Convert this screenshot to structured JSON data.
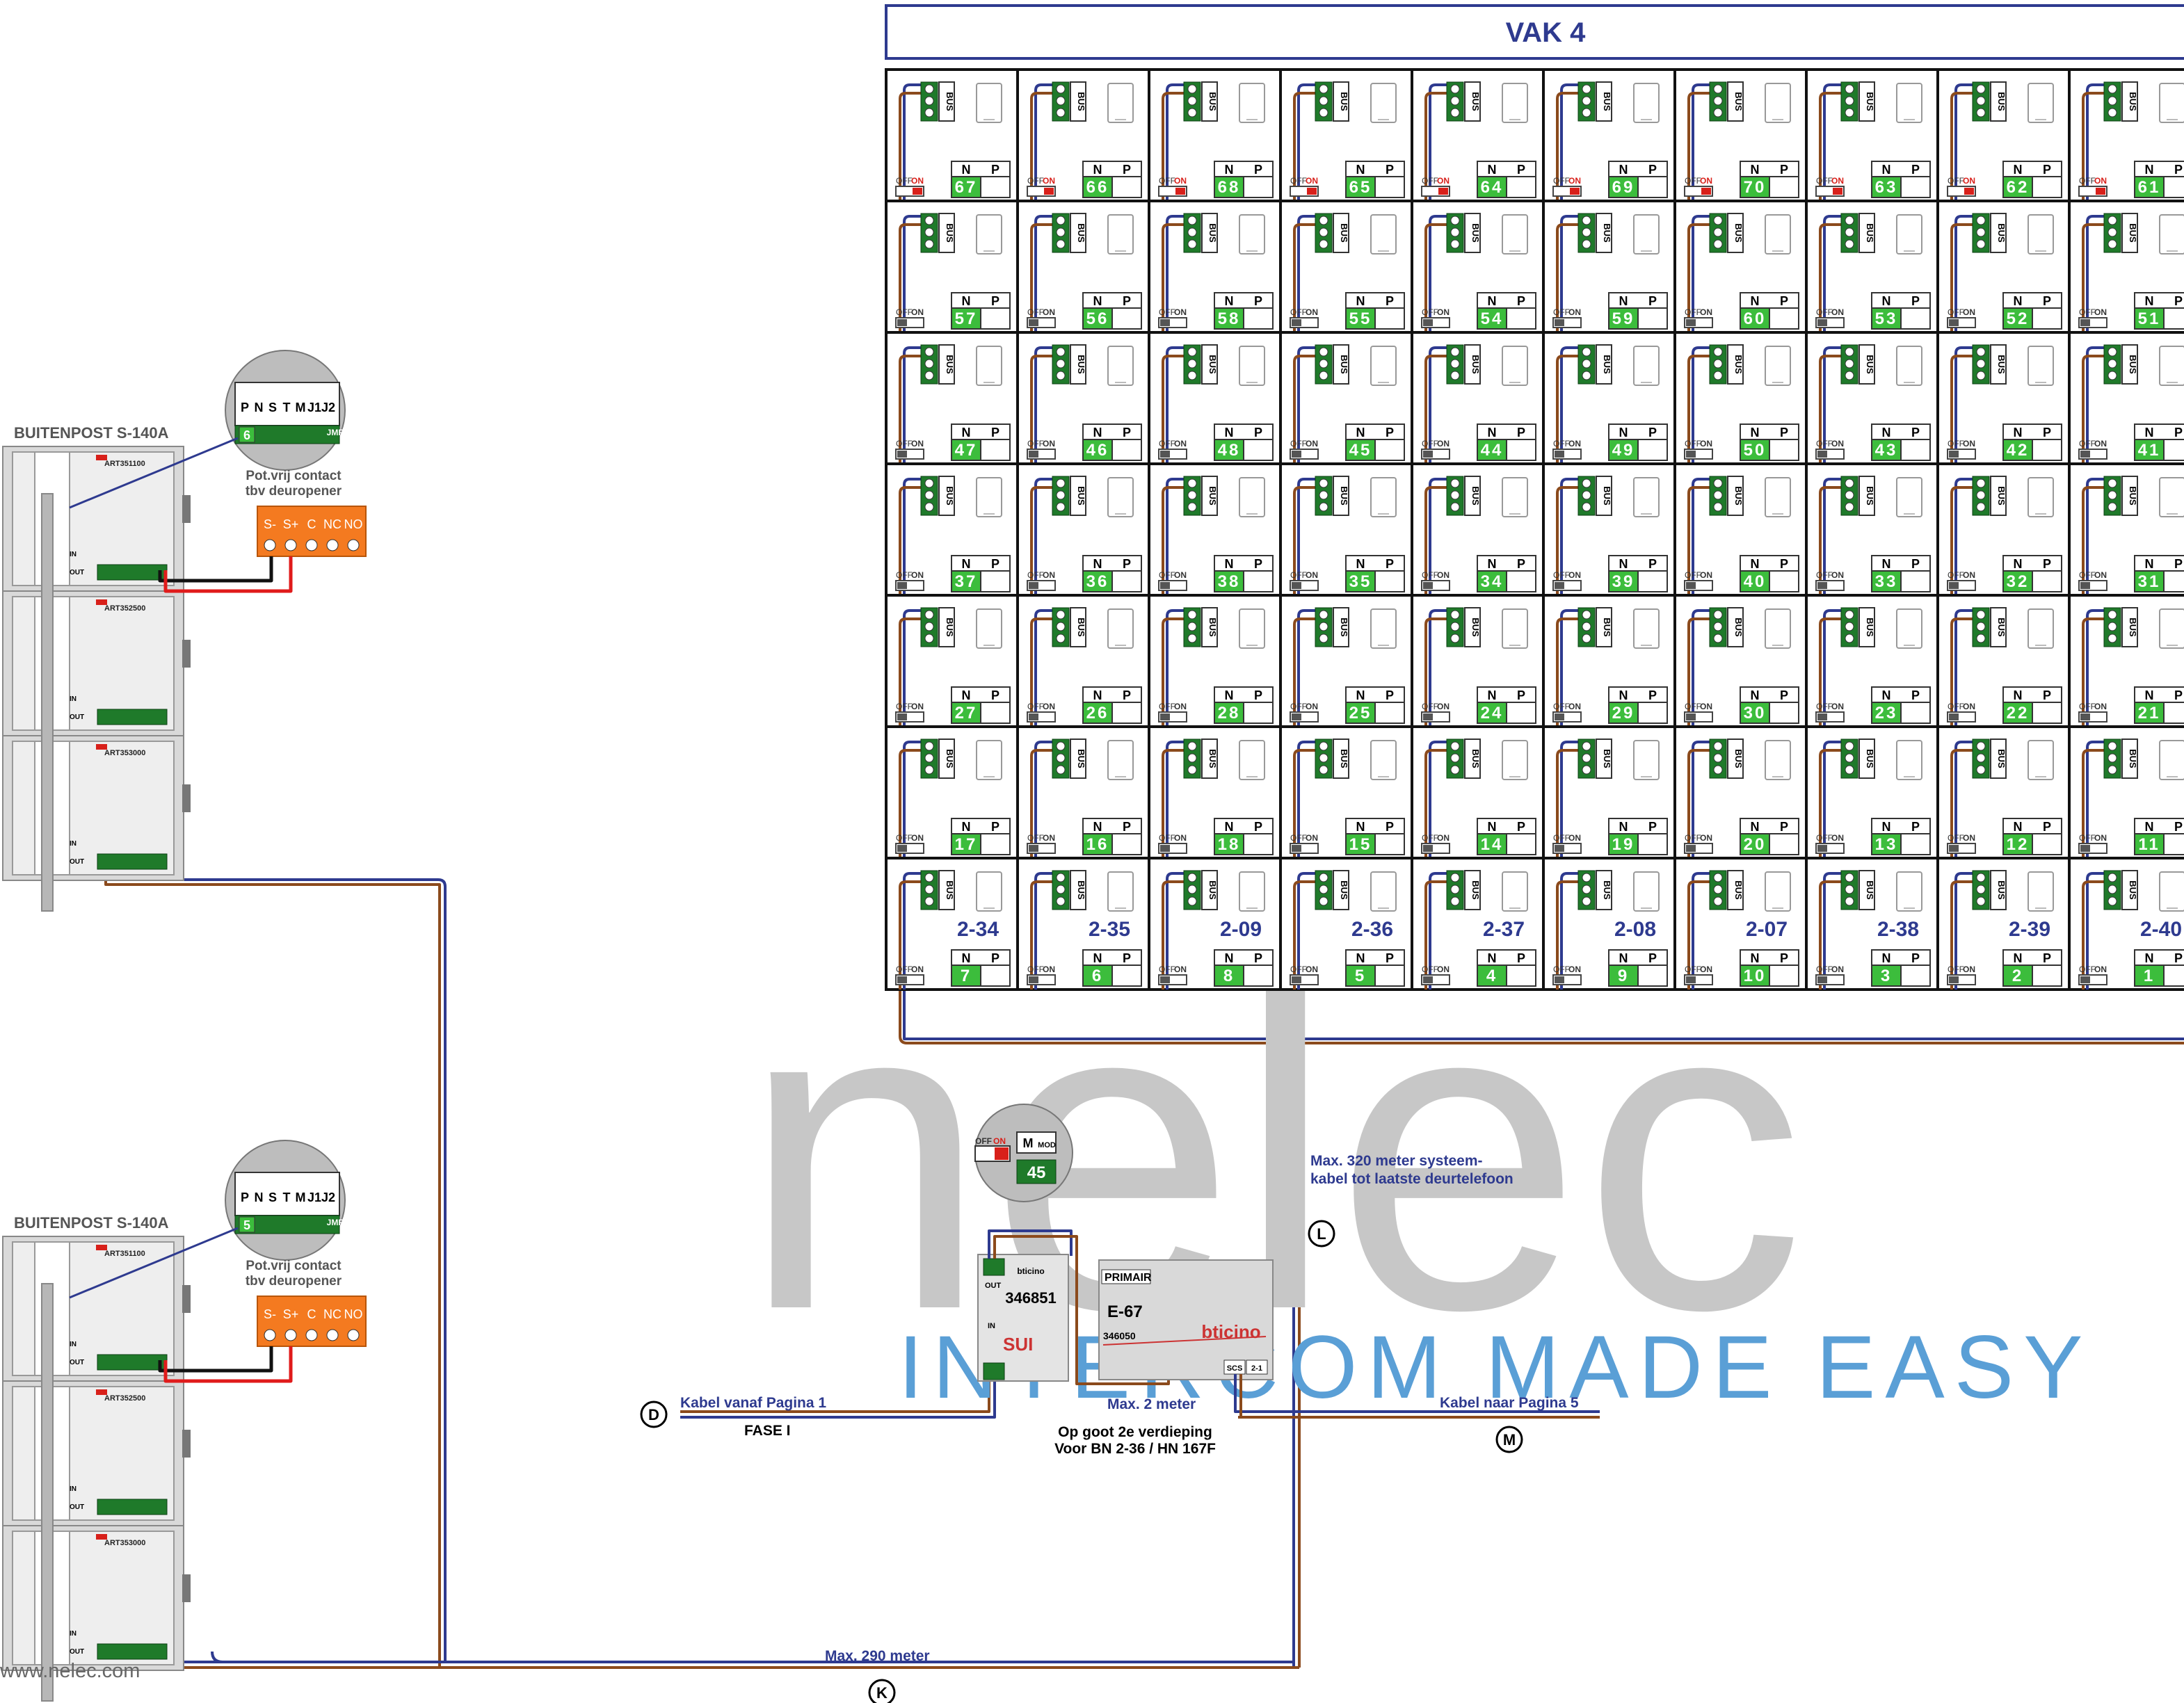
{
  "header": {
    "title": "VAK 4"
  },
  "watermark": {
    "logo": "nelec",
    "tagline": "INTERCOM MADE EASY"
  },
  "footer": {
    "website": "www.nelec.com"
  },
  "panel_labels": {
    "bus": "BUS",
    "switch_off": "OFF",
    "switch_on": "ON",
    "n": "N",
    "p": "P"
  },
  "grid": {
    "rows": [
      [
        "67",
        "66",
        "68",
        "65",
        "64",
        "69",
        "70",
        "63",
        "62",
        "61"
      ],
      [
        "57",
        "56",
        "58",
        "55",
        "54",
        "59",
        "60",
        "53",
        "52",
        "51"
      ],
      [
        "47",
        "46",
        "48",
        "45",
        "44",
        "49",
        "50",
        "43",
        "42",
        "41"
      ],
      [
        "37",
        "36",
        "38",
        "35",
        "34",
        "39",
        "40",
        "33",
        "32",
        "31"
      ],
      [
        "27",
        "26",
        "28",
        "25",
        "24",
        "29",
        "30",
        "23",
        "22",
        "21"
      ],
      [
        "17",
        "16",
        "18",
        "15",
        "14",
        "19",
        "20",
        "13",
        "12",
        "11"
      ],
      [
        "7",
        "6",
        "8",
        "5",
        "4",
        "9",
        "10",
        "3",
        "2",
        "1"
      ]
    ],
    "bottom_room_labels": [
      "2-34",
      "2-35",
      "2-09",
      "2-36",
      "2-37",
      "2-08",
      "2-07",
      "2-38",
      "2-39",
      "2-40"
    ]
  },
  "outdoor_stations": [
    {
      "title": "BUITENPOST S-140A",
      "address": "6",
      "modules": [
        "ART351100",
        "ART352500",
        "ART353000"
      ],
      "contact_title_1": "Pot.vrij contact",
      "contact_title_2": "tbv deuropener",
      "contact_terminals": [
        "S-",
        "S+",
        "C",
        "NC",
        "NO"
      ]
    },
    {
      "title": "BUITENPOST S-140A",
      "address": "5",
      "modules": [
        "ART351100",
        "ART352500",
        "ART353000"
      ],
      "contact_title_1": "Pot.vrij contact",
      "contact_title_2": "tbv deuropener",
      "contact_terminals": [
        "S-",
        "S+",
        "C",
        "NC",
        "NO"
      ]
    }
  ],
  "terminal_block_labels": [
    "P",
    "N",
    "S",
    "T",
    "M",
    "J1",
    "J2"
  ],
  "terminal_block_jmp": "JMP",
  "interface": {
    "model": "346851",
    "mark": "SUI",
    "brand": "bticino",
    "address": "45",
    "m_label": "M",
    "mod_label": "MOD",
    "out_label": "OUT",
    "in_label": "IN",
    "mode_labels": [
      "ON",
      "OFF"
    ]
  },
  "power_supply": {
    "label": "PRIMAIR",
    "name": "E-67",
    "model": "346050",
    "brand": "bticino",
    "terminals": [
      "SCS",
      "2-1"
    ]
  },
  "annotations": {
    "max320_line1": "Max. 320 meter systeem-",
    "max320_line2": "kabel tot laatste deurtelefoon",
    "max2": "Max. 2 meter",
    "max290": "Max. 290 meter",
    "cable_from": "Kabel vanaf Pagina 1",
    "fase": "FASE I",
    "cable_to": "Kabel naar Pagina 5",
    "location_line1": "Op goot 2e verdieping",
    "location_line2": "Voor BN 2-36 / HN 167F"
  },
  "markers": {
    "D": "D",
    "K": "K",
    "L": "L",
    "M": "M"
  },
  "colors": {
    "wire_blue": "#2e3a8f",
    "wire_brown": "#8b4a1c",
    "terminal_green": "#1f7a2a",
    "address_green": "#3cbd3c",
    "contact_orange": "#f47a20",
    "title_blue": "#2e3a8f",
    "switch_red": "#d8201a",
    "watermark_grey": "#c7c7c7",
    "watermark_blue": "#5a9fd6"
  }
}
